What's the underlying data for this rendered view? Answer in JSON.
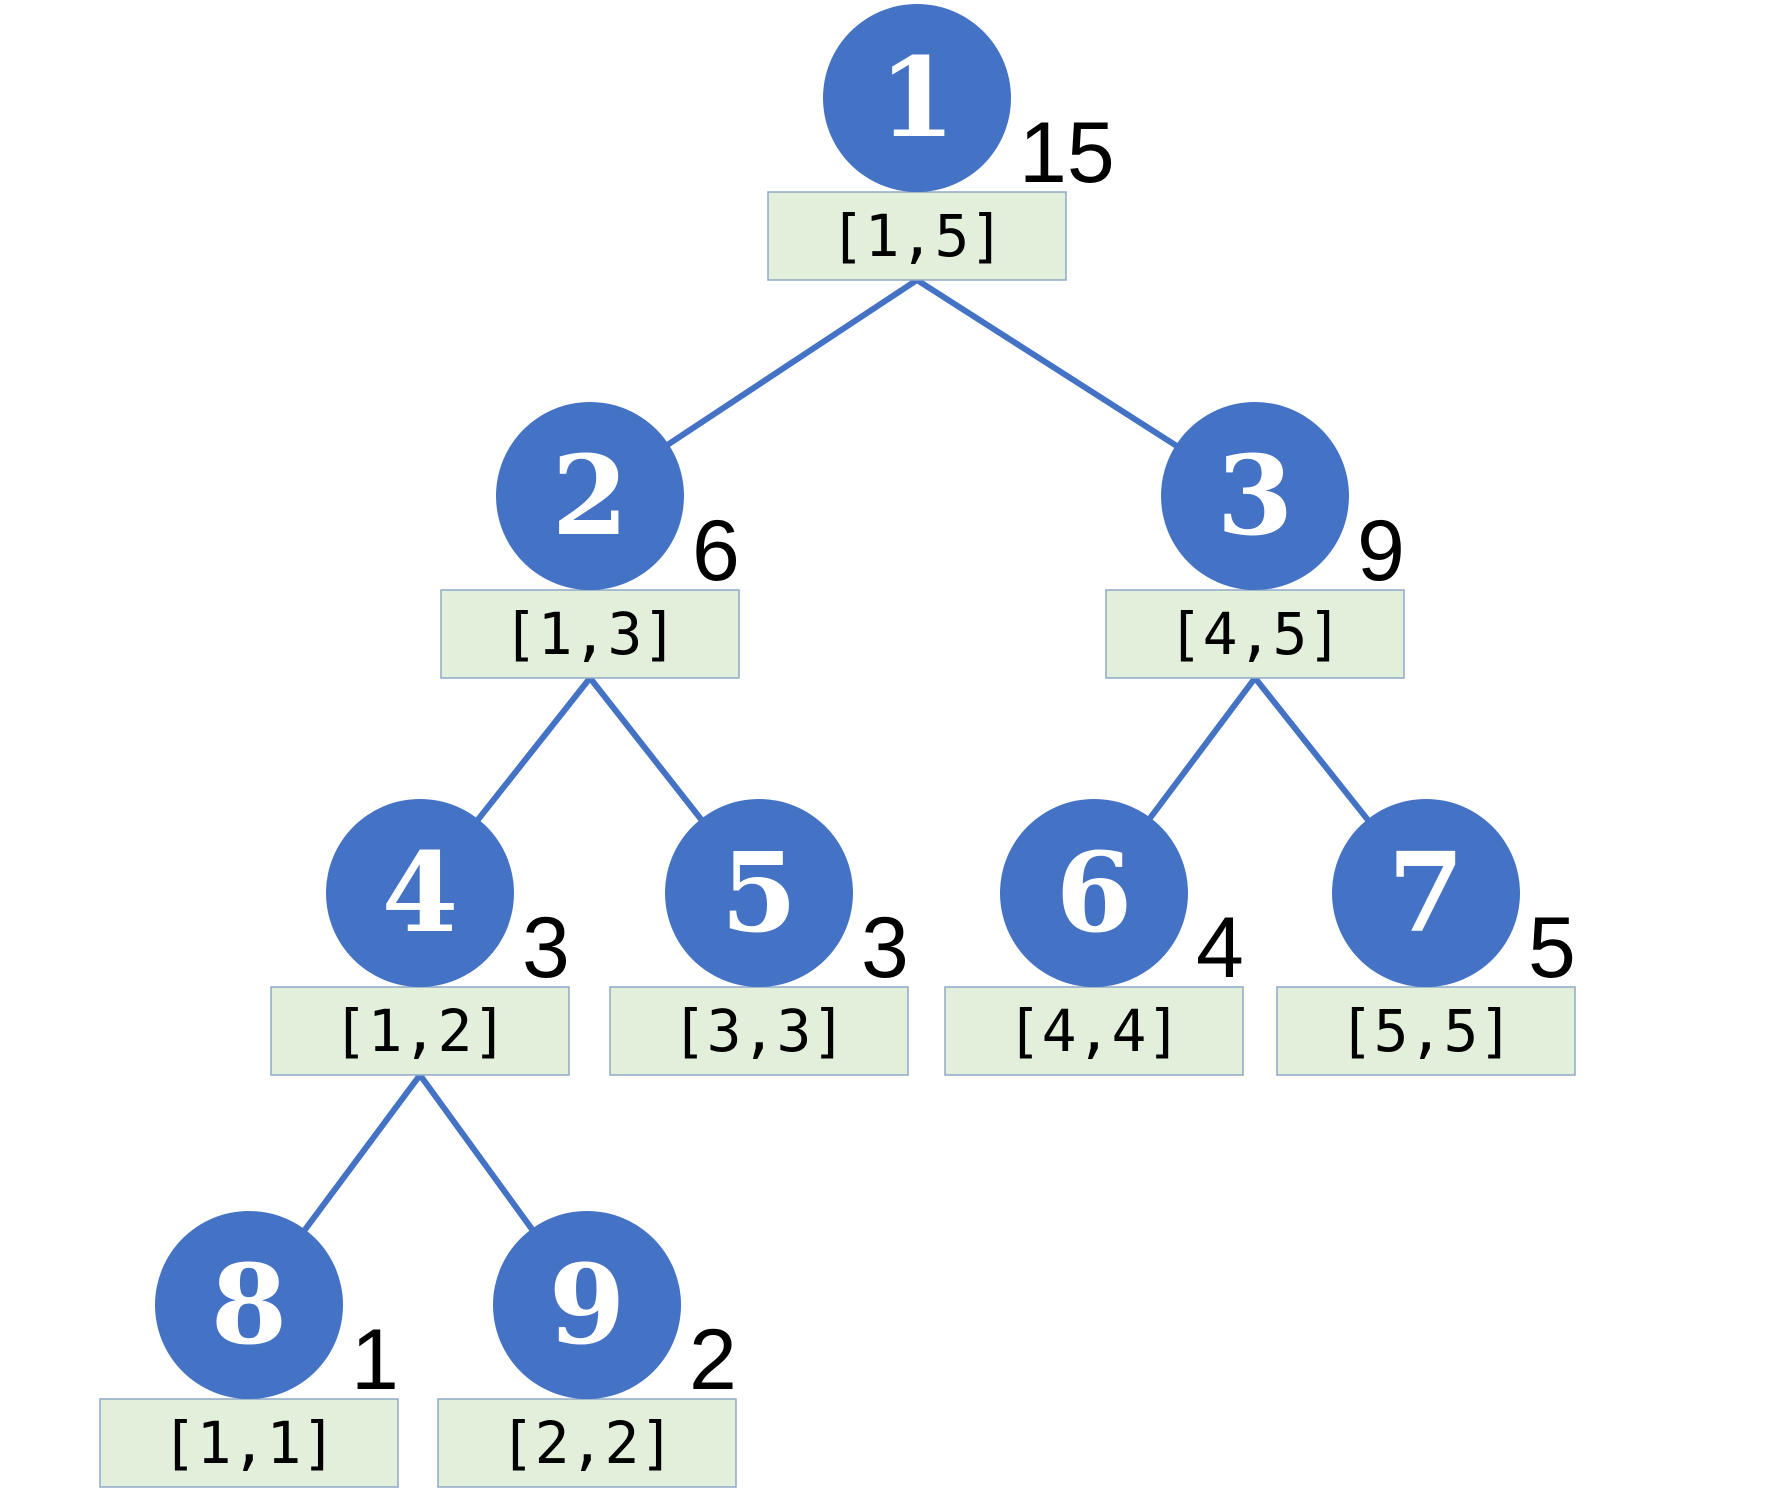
{
  "diagram": {
    "type": "segment-tree",
    "colors": {
      "node_fill": "#4472C4",
      "node_text": "#FFFFFF",
      "edge": "#4472C4",
      "range_box_fill": "#E2EFDA",
      "range_box_border": "#8EA9C8",
      "sum_text": "#000000"
    },
    "nodes": [
      {
        "id": "1",
        "sum": "15",
        "range": "[1,5]"
      },
      {
        "id": "2",
        "sum": "6",
        "range": "[1,3]"
      },
      {
        "id": "3",
        "sum": "9",
        "range": "[4,5]"
      },
      {
        "id": "4",
        "sum": "3",
        "range": "[1,2]"
      },
      {
        "id": "5",
        "sum": "3",
        "range": "[3,3]"
      },
      {
        "id": "6",
        "sum": "4",
        "range": "[4,4]"
      },
      {
        "id": "7",
        "sum": "5",
        "range": "[5,5]"
      },
      {
        "id": "8",
        "sum": "1",
        "range": "[1,1]"
      },
      {
        "id": "9",
        "sum": "2",
        "range": "[2,2]"
      }
    ],
    "edges": [
      {
        "from": "1",
        "to": "2"
      },
      {
        "from": "1",
        "to": "3"
      },
      {
        "from": "2",
        "to": "4"
      },
      {
        "from": "2",
        "to": "5"
      },
      {
        "from": "3",
        "to": "6"
      },
      {
        "from": "3",
        "to": "7"
      },
      {
        "from": "4",
        "to": "8"
      },
      {
        "from": "4",
        "to": "9"
      }
    ]
  }
}
